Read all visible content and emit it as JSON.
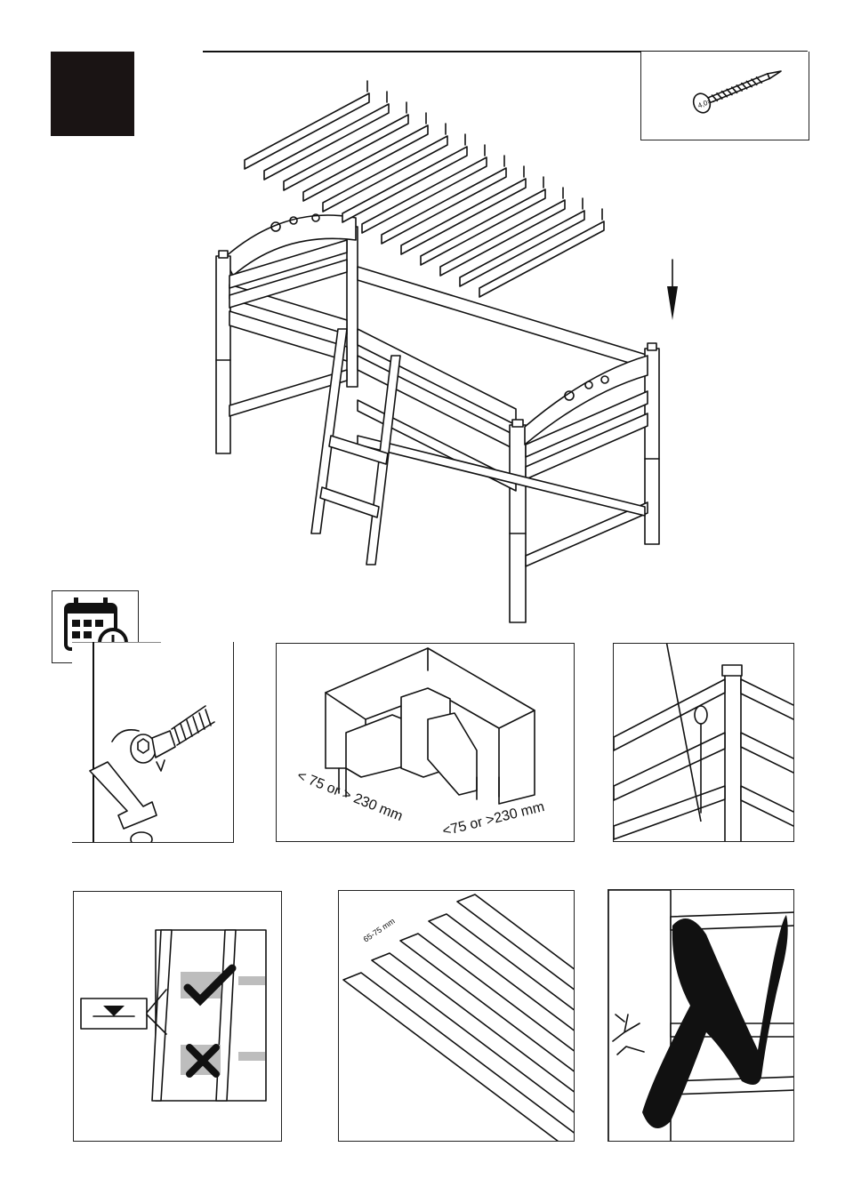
{
  "page": {
    "step_number": "",
    "rule_line": true
  },
  "hardware": {
    "icon": "screw-icon",
    "label": "4,0×50"
  },
  "panels": {
    "tighten": {
      "icon": "calendar-clock-icon",
      "tool": "allen-key-icon"
    },
    "gap": {
      "left_label": "< 75 or > 230 mm",
      "right_label": "<75 or >230 mm"
    },
    "spacing": {
      "label": "65-75 mm"
    },
    "ladder": {
      "icon": "level-marker-icon",
      "ok": "check-icon",
      "bad": "cross-icon"
    },
    "wrong": {
      "icon": "big-x-icon"
    }
  },
  "colors": {
    "ink": "#111111",
    "fill_dark": "#1a1414",
    "grey": "#bdbdbd"
  }
}
